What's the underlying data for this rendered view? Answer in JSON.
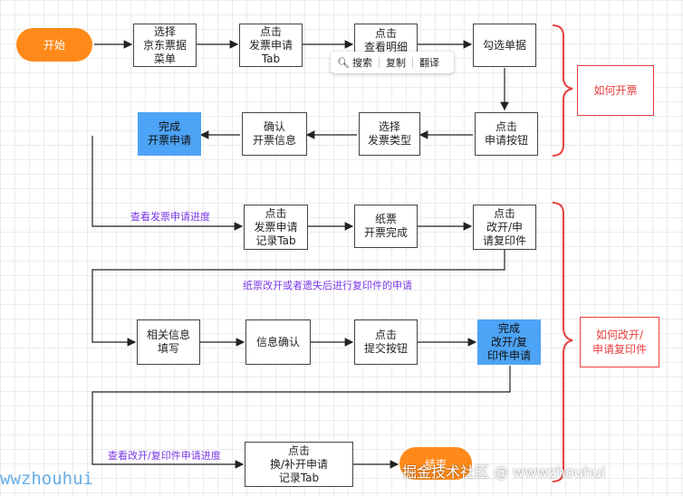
{
  "start_label": "开始",
  "steps": {
    "select_menu": "选择\n京东票据\n菜单",
    "apply_tab": "点击\n发票申请\nTab",
    "view_detail": "点击\n查看明细",
    "check_doc": "勾选单据",
    "apply_btn_1": "点击\n申请按钮",
    "select_type": "选择\n发票类型",
    "confirm_info": "确认\n开票信息",
    "done_1": "完成\n开票申请",
    "record_tab_1": "点击\n发票申请\n记录Tab",
    "paper_done": "纸票\n开票完成",
    "reissue": "点击\n改开/申\n请复印件",
    "fill_info": "相关信息\n填写",
    "info_confirm": "信息确认",
    "submit_btn": "点击\n提交按钮",
    "done_2": "完成\n改开/复\n印件申请",
    "record_tab_2": "点击\n换/补开申请\n记录Tab",
    "end_label": "结束"
  },
  "notes": {
    "view_progress_1": "查看发票申请进度",
    "paper_reissue": "纸票改开或者遗失后进行复印件的申请",
    "view_progress_2": "查看改开/复印件申请进度"
  },
  "groups": {
    "how_invoice": "如何开票",
    "how_reissue": "如何改开/\n申请复印件"
  },
  "popup": {
    "search": "搜索",
    "copy": "复制",
    "translate": "翻译",
    "search_icon": "search-icon"
  },
  "watermark": {
    "left": "wwzhouhui",
    "right": "掘金技术社区 @ wwwzhouhui"
  },
  "colors": {
    "start_end": "#ff8a1a",
    "done_box": "#4da3f5",
    "group": "#e84040",
    "note": "#7a37e8"
  }
}
